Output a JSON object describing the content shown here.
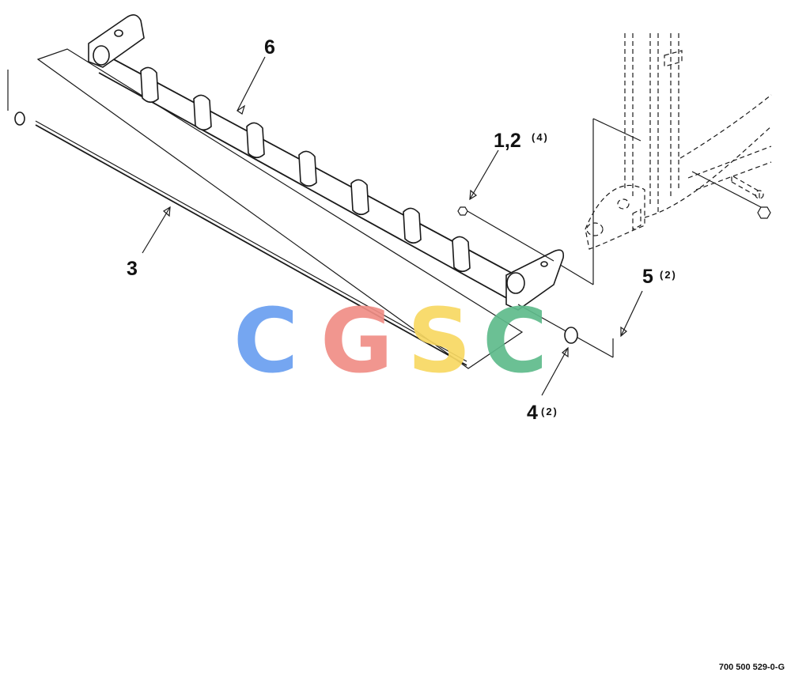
{
  "callouts": {
    "item_6": "6",
    "item_1_2": "1,2",
    "item_1_2_qty": "(4)",
    "item_3": "3",
    "item_5": "5",
    "item_5_qty": "(2)",
    "item_4": "4",
    "item_4_qty": "(2)"
  },
  "figure_id": "700 500 529-0-G",
  "watermark": {
    "letters": [
      "C",
      "G",
      "S",
      "C"
    ],
    "colors": [
      "#6a9ff0",
      "#f08e86",
      "#f8d862",
      "#5fbb8c"
    ]
  }
}
